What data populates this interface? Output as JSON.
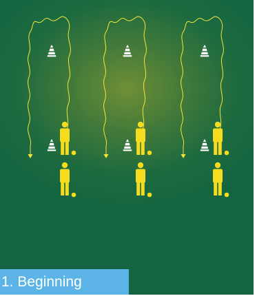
{
  "diagram": {
    "caption": "1. Beginning",
    "colors": {
      "field_dark": "#136541",
      "field_light": "#6f8f37",
      "path": "#f3e53a",
      "player": "#f5dc1e",
      "ball": "#f5dc1e",
      "cone": "#ffffff",
      "caption_bg": "#5cb4e6",
      "caption_text": "#ffffff"
    },
    "stations": [
      {
        "id": "left",
        "cones": 2,
        "players": 2,
        "balls": 2
      },
      {
        "id": "middle",
        "cones": 2,
        "players": 2,
        "balls": 2
      },
      {
        "id": "right",
        "cones": 2,
        "players": 2,
        "balls": 2
      }
    ],
    "icons": [
      "cone-icon",
      "player-icon",
      "ball-icon",
      "arrow-icon"
    ]
  }
}
